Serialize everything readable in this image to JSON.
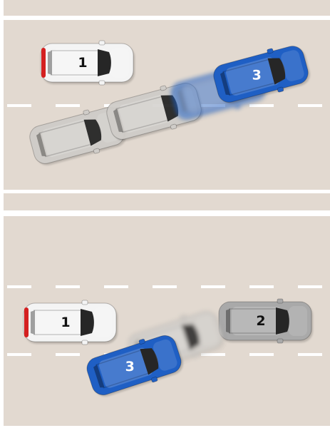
{
  "colors": {
    "page": "#ffffff",
    "road": "#e2d9d0",
    "separator": "#ffffff",
    "lane_marking": "#ffffff",
    "car_white": "#f4f4f4",
    "car_grey": "#a9a9a9",
    "car_blue": "#1f5fc4",
    "ghost_car": "#cfccc8",
    "window": "#262626",
    "tail_light": "#d42020",
    "label_dark": "#111111",
    "label_light": "#ffffff"
  },
  "panels": [
    {
      "cars": [
        {
          "label": "1",
          "role": "parked-car",
          "color_key": "car_white",
          "label_color_key": "label_dark"
        },
        {
          "label": "3",
          "role": "vehicle-pulling-out",
          "color_key": "car_blue",
          "label_color_key": "label_light",
          "motion": "ghost-trail"
        }
      ]
    },
    {
      "cars": [
        {
          "label": "1",
          "role": "parked-car",
          "color_key": "car_white",
          "label_color_key": "label_dark"
        },
        {
          "label": "2",
          "role": "parked-car",
          "color_key": "car_grey",
          "label_color_key": "label_dark"
        },
        {
          "label": "3",
          "role": "vehicle-pulling-in",
          "color_key": "car_blue",
          "label_color_key": "label_light",
          "motion": "ghost-trail"
        }
      ]
    }
  ]
}
